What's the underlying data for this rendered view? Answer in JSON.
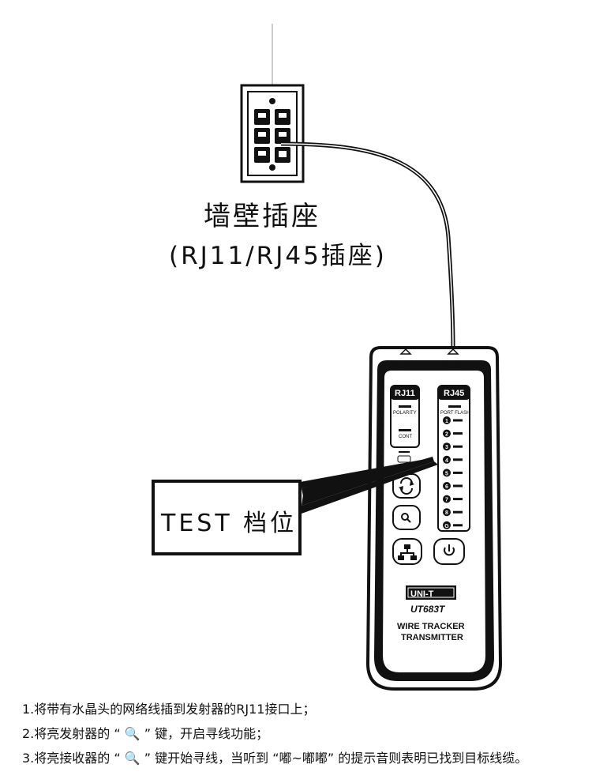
{
  "wall_outlet": {
    "title": "墙壁插座",
    "subtitle": "(RJ11/RJ45插座)"
  },
  "callout": {
    "label": "TEST 档位"
  },
  "device": {
    "top_ports": {
      "rj11": "RJ11",
      "rj45": "RJ45"
    },
    "left_panel": {
      "header": "RJ11",
      "polarity": "POLARITY",
      "cont": "CONT"
    },
    "right_panel": {
      "header": "RJ45",
      "port_flash": "PORT FLASH",
      "ports": [
        "1",
        "2",
        "3",
        "4",
        "5",
        "6",
        "7",
        "8",
        "G"
      ]
    },
    "brand": "UNI-T",
    "model": "UT683T",
    "name_line1": "WIRE TRACKER",
    "name_line2": "TRANSMITTER",
    "buttons": [
      "cycle-icon",
      "search-icon",
      "network-icon",
      "power-icon"
    ]
  },
  "instructions": [
    "1.将带有水晶头的网络线插到发射器的RJ11接口上；",
    "2.将亮发射器的 “ 🔍 ” 键，开启寻线功能；",
    "3.将亮接收器的 “ 🔍 ” 键开始寻线，当听到 “嘟~嘟嘟” 的提示音则表明已找到目标线缆。"
  ]
}
